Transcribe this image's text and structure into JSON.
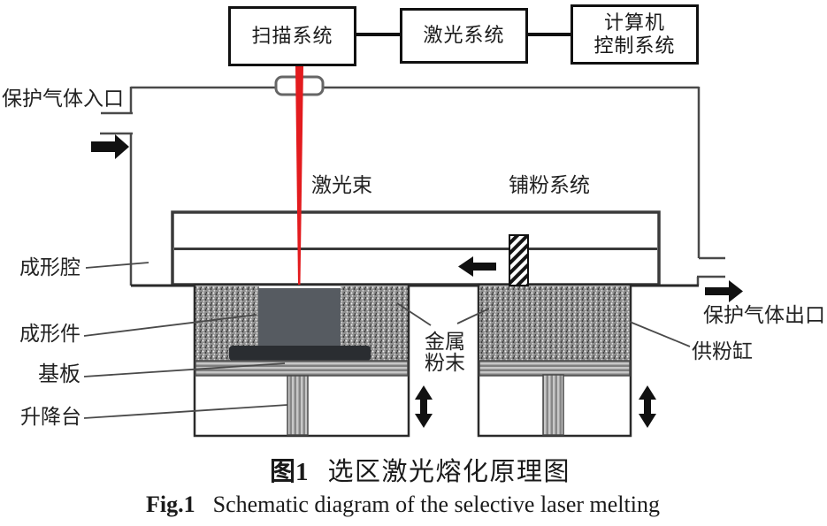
{
  "boxes": {
    "scan": "扫描系统",
    "laser": "激光系统",
    "computer_line1": "计算机",
    "computer_line2": "控制系统"
  },
  "labels": {
    "gas_inlet": "保护气体入口",
    "laser_beam": "激光束",
    "powder_spreading": "铺粉系统",
    "forming_chamber": "成形腔",
    "formed_part": "成形件",
    "substrate": "基板",
    "lifting_platform": "升降台",
    "metal_powder_line1": "金属",
    "metal_powder_line2": "粉末",
    "gas_outlet": "保护气体出口",
    "powder_supply_cylinder": "供粉缸"
  },
  "caption": {
    "zh_label": "图1",
    "zh_title": "选区激光熔化原理图",
    "en_label": "Fig.1",
    "en_title": "Schematic diagram of the selective laser melting"
  },
  "colors": {
    "laser_beam_red": "#e31b1e",
    "formed_part_gray": "#565b61",
    "substrate_dark": "#2a2d31",
    "outline_black": "#1a1a1a",
    "enclosure_gray": "#4a4a4a"
  }
}
